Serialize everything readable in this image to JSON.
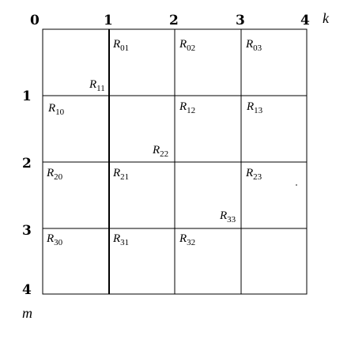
{
  "axes": {
    "k_ticks": [
      "0",
      "1",
      "2",
      "3",
      "4"
    ],
    "m_ticks": [
      "1",
      "2",
      "3",
      "4"
    ],
    "k_name": "k",
    "m_name": "m"
  },
  "regions": [
    {
      "id": "R01",
      "letter": "R",
      "sub": "01"
    },
    {
      "id": "R02",
      "letter": "R",
      "sub": "02"
    },
    {
      "id": "R03",
      "letter": "R",
      "sub": "03"
    },
    {
      "id": "R11",
      "letter": "R",
      "sub": "11"
    },
    {
      "id": "R10",
      "letter": "R",
      "sub": "10"
    },
    {
      "id": "R12",
      "letter": "R",
      "sub": "12"
    },
    {
      "id": "R13",
      "letter": "R",
      "sub": "13"
    },
    {
      "id": "R22",
      "letter": "R",
      "sub": "22"
    },
    {
      "id": "R20",
      "letter": "R",
      "sub": "20"
    },
    {
      "id": "R21",
      "letter": "R",
      "sub": "21"
    },
    {
      "id": "R23",
      "letter": "R",
      "sub": "23"
    },
    {
      "id": "R33",
      "letter": "R",
      "sub": "33"
    },
    {
      "id": "R30",
      "letter": "R",
      "sub": "30"
    },
    {
      "id": "R31",
      "letter": "R",
      "sub": "31"
    },
    {
      "id": "R32",
      "letter": "R",
      "sub": "32"
    }
  ]
}
